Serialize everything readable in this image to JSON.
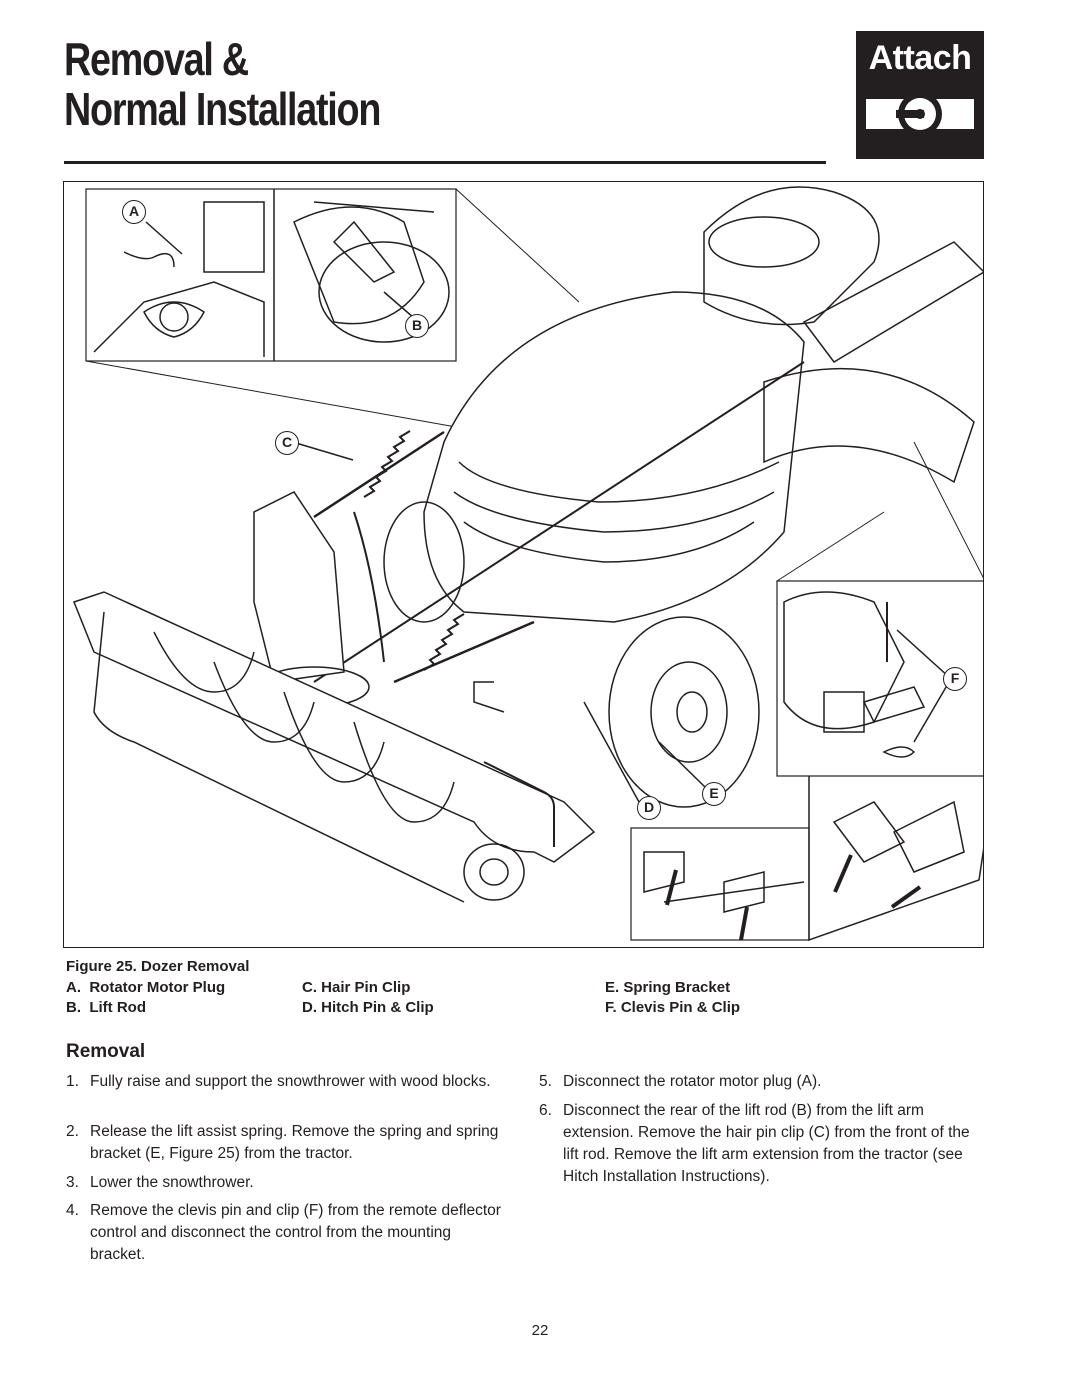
{
  "header": {
    "title_line1": "Removal &",
    "title_line2": "Normal Installation",
    "badge_label": "Attach",
    "badge_icon": "hitch-attach-icon"
  },
  "figure": {
    "callouts": [
      "A",
      "B",
      "C",
      "D",
      "E",
      "F"
    ],
    "caption": "Figure 25.  Dozer Removal",
    "legend": [
      {
        "key": "A.",
        "label": "Rotator Motor Plug"
      },
      {
        "key": "B.",
        "label": "Lift Rod"
      },
      {
        "key": "C.",
        "label": "Hair Pin Clip"
      },
      {
        "key": "D.",
        "label": "Hitch Pin & Clip"
      },
      {
        "key": "E.",
        "label": "Spring Bracket"
      },
      {
        "key": "F.",
        "label": "Clevis Pin & Clip"
      }
    ]
  },
  "section": {
    "heading": "Removal",
    "steps": [
      {
        "num": "1.",
        "text": "Fully raise and support the snowthrower with wood blocks."
      },
      {
        "num": "2.",
        "text": "Release the lift assist spring.  Remove the spring and spring bracket (E, Figure 25) from the tractor."
      },
      {
        "num": "3.",
        "text": "Lower the snowthrower."
      },
      {
        "num": "4.",
        "text": "Remove the clevis pin and clip (F) from the remote deflector control and disconnect the control from the mounting bracket."
      },
      {
        "num": "5.",
        "text": "Disconnect the rotator motor plug (A)."
      },
      {
        "num": "6.",
        "text": "Disconnect the rear of the lift rod (B) from the lift arm extension.  Remove the hair pin clip (C) from the front of the lift rod.  Remove the lift arm extension from the tractor (see Hitch Installation Instructions)."
      }
    ]
  },
  "footer": {
    "page_number": "22"
  }
}
